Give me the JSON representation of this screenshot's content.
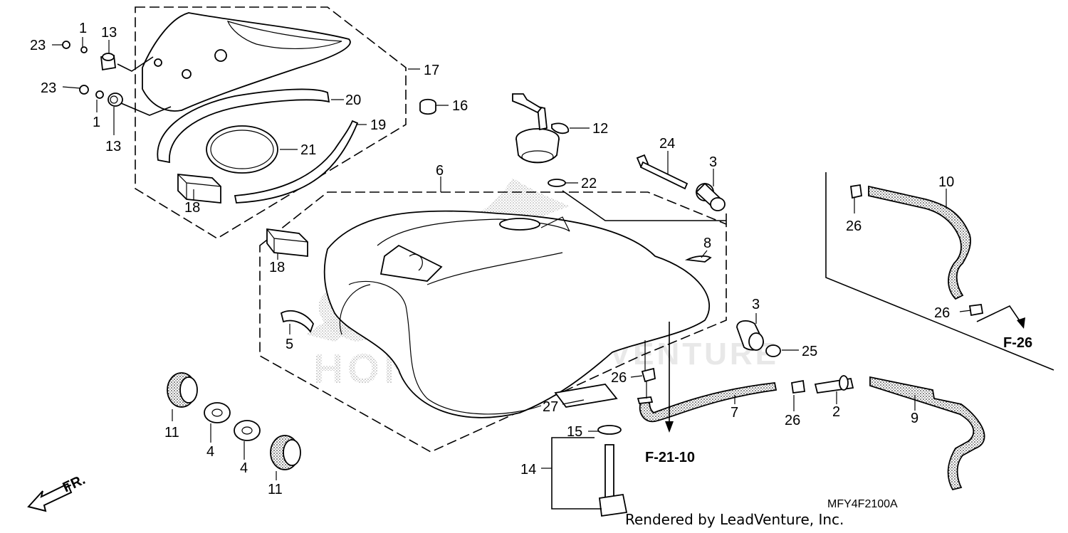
{
  "diagram": {
    "callouts": {
      "c1a": "1",
      "c1b": "1",
      "c2": "2",
      "c3a": "3",
      "c3b": "3",
      "c4a": "4",
      "c4b": "4",
      "c5": "5",
      "c6": "6",
      "c7": "7",
      "c8": "8",
      "c9": "9",
      "c10": "10",
      "c11a": "11",
      "c11b": "11",
      "c12": "12",
      "c13a": "13",
      "c13b": "13",
      "c14": "14",
      "c15": "15",
      "c16": "16",
      "c17": "17",
      "c18a": "18",
      "c18b": "18",
      "c19": "19",
      "c20": "20",
      "c21": "21",
      "c22": "22",
      "c23a": "23",
      "c23b": "23",
      "c24": "24",
      "c25": "25",
      "c26a": "26",
      "c26b": "26",
      "c26c": "26",
      "c26d": "26",
      "c27": "27"
    },
    "refs": {
      "f2110": "F-21-10",
      "f26": "F-26",
      "fr": "FR."
    },
    "drawing_code": "MFY4F2100A",
    "watermark": {
      "brand": "HONDA",
      "overlay": "LEADVENTURE"
    },
    "credit": "Rendered by LeadVenture, Inc."
  }
}
